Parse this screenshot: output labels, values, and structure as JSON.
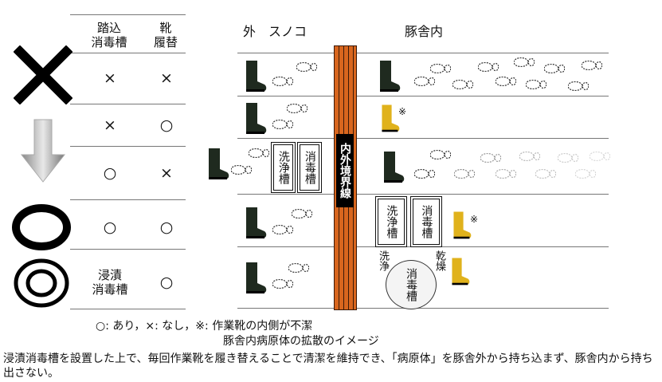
{
  "table": {
    "col_headers": [
      "踏込\n消毒槽",
      "靴\n履替"
    ],
    "rows": [
      {
        "icon": "x-mark-icon",
        "footbath": "×",
        "change": "×"
      },
      {
        "icon": "down-arrow-icon",
        "footbath": "×",
        "change": "○"
      },
      {
        "icon": "down-arrow-icon",
        "footbath": "○",
        "change": "×"
      },
      {
        "icon": "circle-icon",
        "footbath": "○",
        "change": "○"
      },
      {
        "icon": "double-circle-icon",
        "footbath": "浸漬\n消毒槽",
        "change": "○"
      }
    ]
  },
  "diagram": {
    "outside_label": "外　スノコ",
    "inside_label": "豚舎内",
    "boundary_label": "内外境界線",
    "tank_wash": "洗浄槽",
    "tank_disinfect": "消毒槽",
    "label_wash": "洗浄",
    "label_dry": "乾燥",
    "star": "※",
    "boot_colors": {
      "outside": "#1f2a1f",
      "inside": "#e0b21c"
    },
    "boundary_color": "#d8661e"
  },
  "legend": "○: あり，×: なし，※: 作業靴の内側が不潔",
  "caption": "豚舎内病原体の拡散のイメージ",
  "note": "浸漬消毒槽を設置した上で、毎回作業靴を履き替えることで清潔を維持でき、「病原体」を豚舎外から持ち込まず、豚舎内から持ち出さない。"
}
